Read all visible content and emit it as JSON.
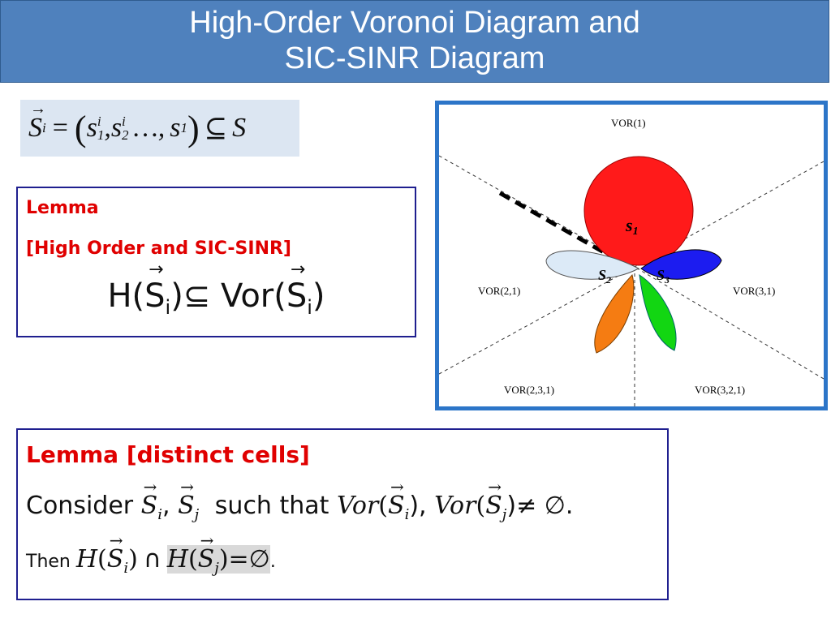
{
  "title": {
    "line1": "High-Order Voronoi Diagram and",
    "line2": "SIC-SINR Diagram"
  },
  "formula": {
    "lhs_symbol": "S",
    "lhs_sub": "i",
    "equals": "=",
    "open": "(",
    "s": "s",
    "t1_sup": "i",
    "t1_sub": "1",
    "comma": ",",
    "t2_sup": "i",
    "t2_sub": "2",
    "dots": "…,",
    "t3_sub": "1",
    "close": ")",
    "subseteq": "⊆",
    "rhs": "S"
  },
  "lemma1": {
    "label": "Lemma",
    "subtitle": "[High Order and SIC-SINR]",
    "h": "H(",
    "s": "S",
    "sub": "i",
    "mid": ")⊆ Vor(",
    "end": ")"
  },
  "diagram": {
    "labels": {
      "vor1": "VOR(1)",
      "vor21": "VOR(2,1)",
      "vor31": "VOR(3,1)",
      "vor231": "VOR(2,3,1)",
      "vor321": "VOR(3,2,1)"
    },
    "stations": {
      "s1": "s",
      "s1_sub": "1",
      "s2": "S",
      "s2_sub": "2",
      "s3": "S",
      "s3_sub": "3"
    },
    "colors": {
      "s1_cell": "#ff1a1a",
      "s2_cell": "#dceaf7",
      "s3_cell": "#1c1cf0",
      "orange_cell": "#f57c12",
      "green_cell": "#12d612"
    }
  },
  "lemma2": {
    "label": "Lemma [distinct cells]",
    "consider": "Consider",
    "s": "S",
    "sub_i": "i",
    "sub_j": "j",
    "comma": ",",
    "such_that": "such that",
    "vor": "Vor",
    "open": "(",
    "close": ")",
    "close_comma": "),",
    "neq_empty": "≠ ∅.",
    "then": "Then",
    "h": "H",
    "cap": "∩",
    "eq_empty": ")=∅",
    "period": "."
  },
  "accent_colors": {
    "title_bg": "#4f81bd",
    "frame": "#2c75c8",
    "lemma_red": "#e00000",
    "box_border": "#1f1f8f",
    "formula_bg": "#dce6f2"
  }
}
